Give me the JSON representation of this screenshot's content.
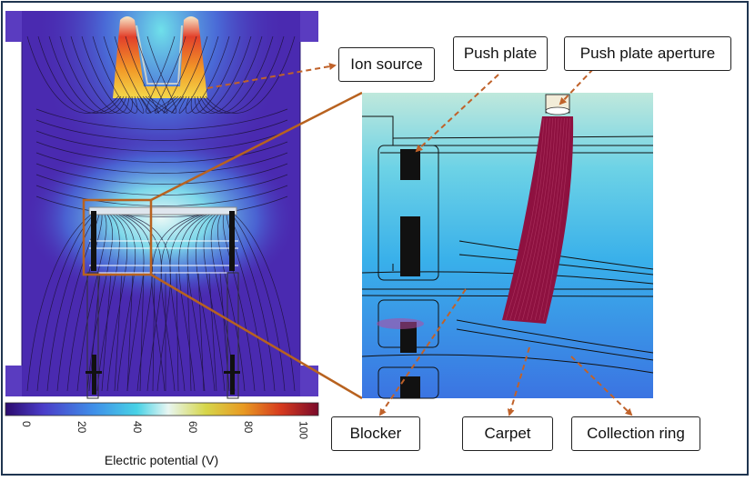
{
  "labels": {
    "ion_source": "Ion source",
    "push_plate": "Push plate",
    "push_plate_aperture": "Push plate aperture",
    "blocker": "Blocker",
    "carpet": "Carpet",
    "collection_ring": "Collection ring"
  },
  "colorbar": {
    "title": "Electric potential (V)",
    "ticks": [
      "0",
      "20",
      "40",
      "60",
      "80",
      "100"
    ],
    "range": [
      -5,
      108
    ]
  },
  "colors": {
    "frame": "#1f3550",
    "arrow": "#c0622a",
    "zoom_box": "#b8621f",
    "ion_trajectories": "#8e1140",
    "field_low": "#4a2ab0",
    "field_high": "#b01438"
  }
}
